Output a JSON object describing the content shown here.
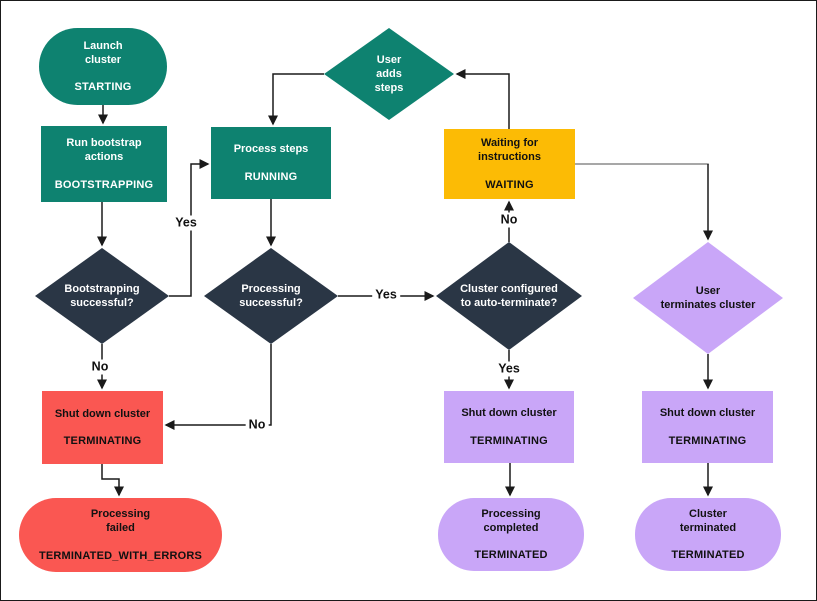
{
  "palette": {
    "teal": "#0e8270",
    "navy": "#2a3645",
    "yellow": "#fcbb05",
    "red": "#fa5752",
    "purple": "#c9a6f8",
    "line": "#1a1a1a",
    "gray_line": "#8a8a8a"
  },
  "nodes": {
    "launch": {
      "label": "Launch\ncluster",
      "state": "STARTING"
    },
    "bootstrap": {
      "label": "Run bootstrap\nactions",
      "state": "BOOTSTRAPPING"
    },
    "process": {
      "label": "Process steps",
      "state": "RUNNING"
    },
    "user_adds": {
      "label": "User\nadds\nsteps"
    },
    "waiting": {
      "label": "Waiting for\ninstructions",
      "state": "WAITING"
    },
    "bootstrap_ok": {
      "label": "Bootstrapping\nsuccessful?"
    },
    "processing_ok": {
      "label": "Processing\nsuccessful?"
    },
    "auto_terminate": {
      "label": "Cluster configured\nto auto-terminate?"
    },
    "user_terminates": {
      "label": "User\nterminates cluster"
    },
    "shutdown_error": {
      "label": "Shut down cluster",
      "state": "TERMINATING"
    },
    "failed": {
      "label": "Processing\nfailed",
      "state": "TERMINATED_WITH_ERRORS"
    },
    "shutdown_auto": {
      "label": "Shut down cluster",
      "state": "TERMINATING"
    },
    "completed": {
      "label": "Processing\ncompleted",
      "state": "TERMINATED"
    },
    "shutdown_user": {
      "label": "Shut down cluster",
      "state": "TERMINATING"
    },
    "terminated": {
      "label": "Cluster\nterminated",
      "state": "TERMINATED"
    }
  },
  "edge_labels": {
    "bootstrap_yes": "Yes",
    "bootstrap_no": "No",
    "processing_yes": "Yes",
    "processing_no": "No",
    "auto_no": "No",
    "auto_yes": "Yes"
  }
}
